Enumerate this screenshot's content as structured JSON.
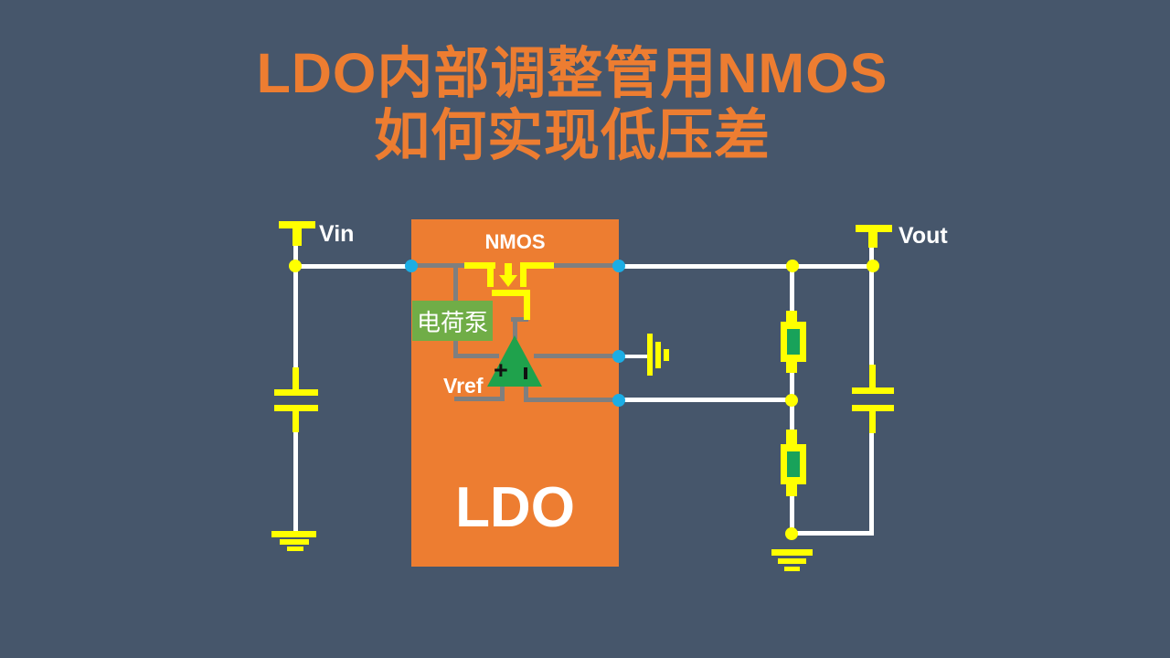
{
  "title": {
    "line1": "LDO内部调整管用NMOS",
    "line2": "如何实现低压差"
  },
  "circuit": {
    "block_label": "LDO",
    "pass_device_label": "NMOS",
    "charge_pump_label": "电荷泵",
    "vref_label": "Vref",
    "vin_label": "Vin",
    "vout_label": "Vout",
    "opamp_plus_label": "+"
  },
  "colors": {
    "background": "#46566B",
    "accent_orange": "#ED7D31",
    "symbol_yellow": "#FFFF00",
    "wire_white": "#FFFFFF",
    "wire_gray": "#7F7F7F",
    "node_cyan": "#1CADE4",
    "charge_pump_green": "#70AD47",
    "opamp_green": "#1FA24C"
  }
}
